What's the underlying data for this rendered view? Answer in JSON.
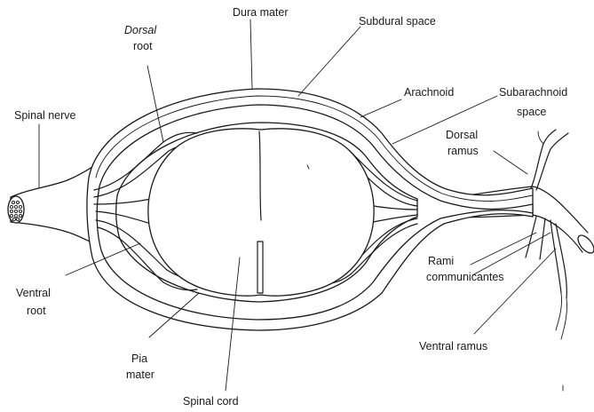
{
  "labels": {
    "dura_mater": "Dura mater",
    "subdural_space": "Subdural space",
    "dorsal_root_1": "Dorsal",
    "dorsal_root_2": "root",
    "arachnoid": "Arachnoid",
    "subarachnoid_1": "Subarachnoid",
    "subarachnoid_2": "space",
    "spinal_nerve": "Spinal nerve",
    "dorsal_ramus_1": "Dorsal",
    "dorsal_ramus_2": "ramus",
    "rami_1": "Rami",
    "rami_2": "communicantes",
    "ventral_root_1": "Ventral",
    "ventral_root_2": "root",
    "ventral_ramus": "Ventral ramus",
    "pia_1": "Pia",
    "pia_2": "mater",
    "spinal_cord": "Spinal cord"
  }
}
